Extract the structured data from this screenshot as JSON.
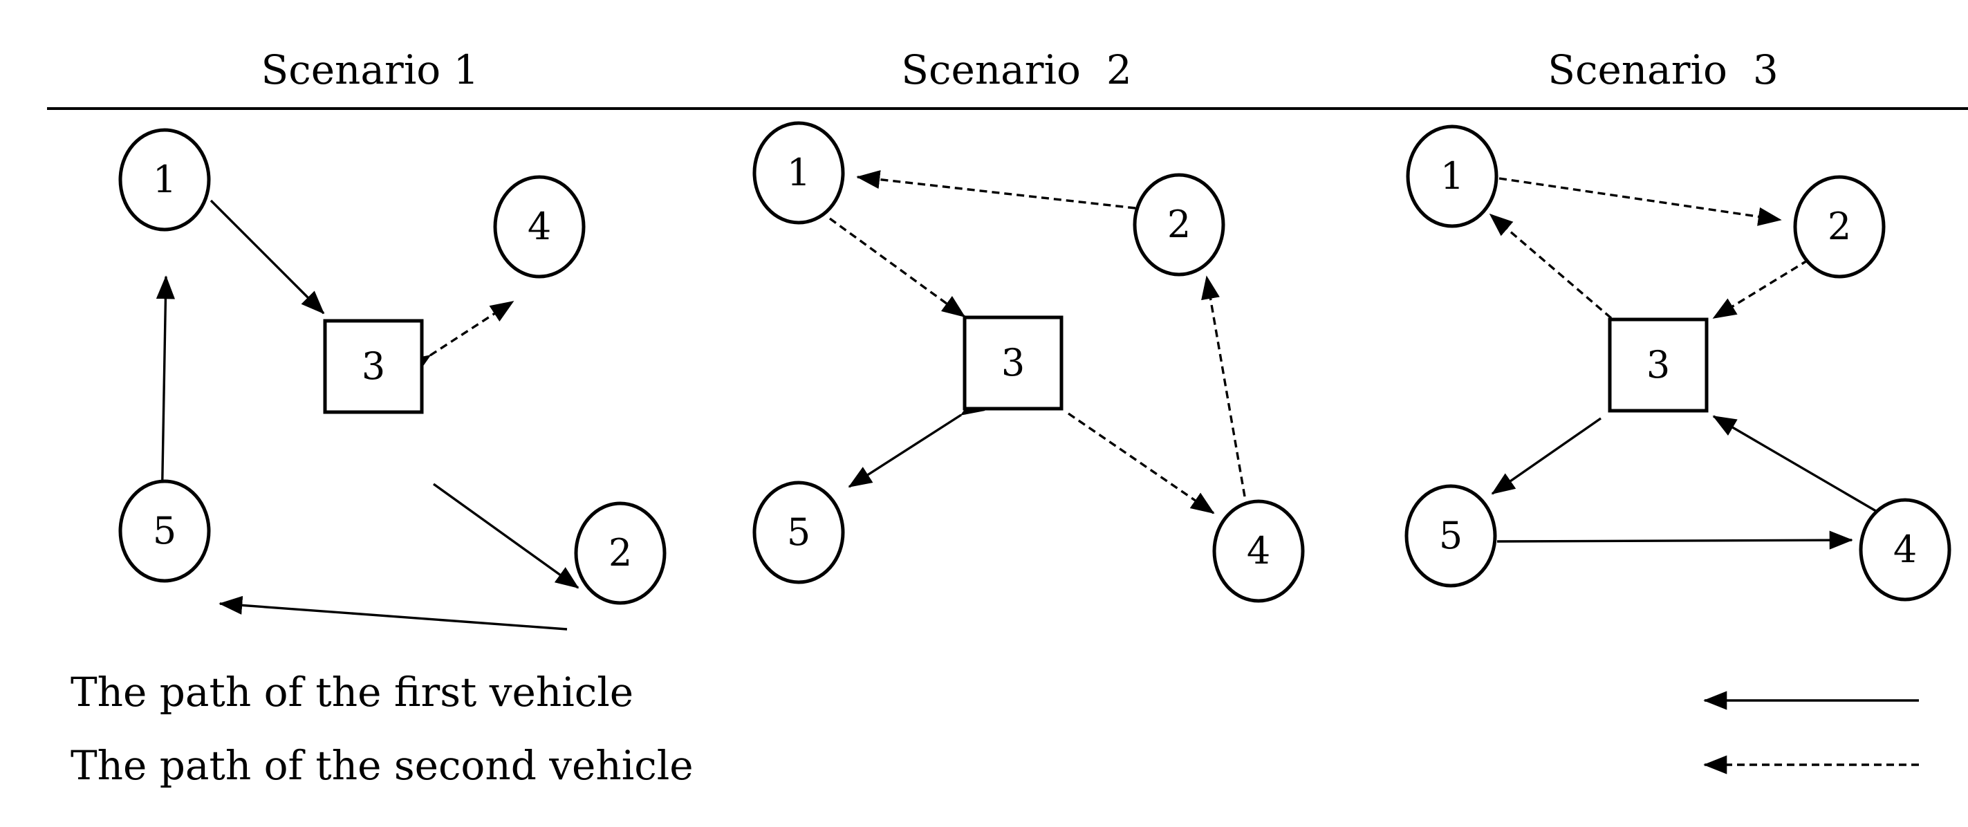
{
  "scenarios": [
    {
      "title": "Scenario 1"
    },
    {
      "title": "Scenario  2"
    },
    {
      "title": "Scenario  3"
    }
  ],
  "nodes": [
    "1",
    "2",
    "3",
    "4",
    "5"
  ],
  "legend": {
    "first_vehicle": "The path of the first vehicle",
    "second_vehicle": "The path of the second vehicle"
  },
  "colors": {
    "ink": "#000000",
    "background": "#ffffff"
  }
}
